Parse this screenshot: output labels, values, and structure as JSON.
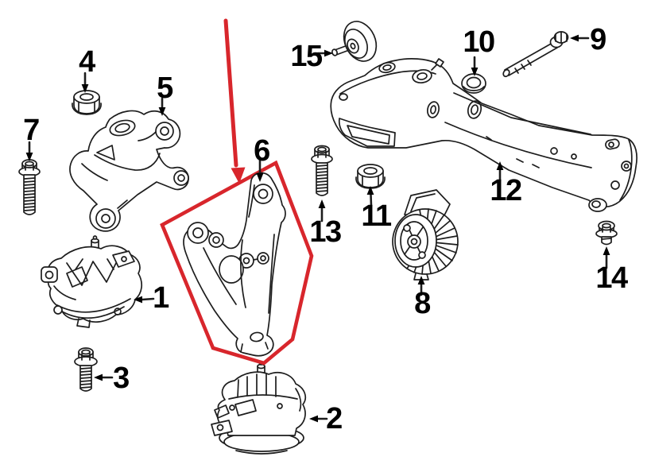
{
  "diagram": {
    "type": "exploded-parts-diagram",
    "subject": "engine and transmission mounting parts",
    "background_color": "#ffffff",
    "line_color": "#1d1d1d",
    "label_color": "#000000",
    "highlight_color": "#d8262c",
    "highlighted_part_label": "6",
    "parts": [
      {
        "label": "1",
        "name": "engine mount (left)"
      },
      {
        "label": "2",
        "name": "engine mount (right)"
      },
      {
        "label": "3",
        "name": "engine mount bolt (short)"
      },
      {
        "label": "4",
        "name": "flange nut (bracket)"
      },
      {
        "label": "5",
        "name": "engine support bracket (left)"
      },
      {
        "label": "6",
        "name": "engine support bracket (highlighted)"
      },
      {
        "label": "7",
        "name": "engine bracket bolt (long)"
      },
      {
        "label": "8",
        "name": "transmission mount"
      },
      {
        "label": "9",
        "name": "crossmember bolt (long)"
      },
      {
        "label": "10",
        "name": "grommet washer"
      },
      {
        "label": "11",
        "name": "flange nut (crossmember)"
      },
      {
        "label": "12",
        "name": "transmission crossmember"
      },
      {
        "label": "13",
        "name": "flange bolt (center)"
      },
      {
        "label": "14",
        "name": "flange screw (short)"
      },
      {
        "label": "15",
        "name": "stud with washer disc"
      }
    ]
  }
}
